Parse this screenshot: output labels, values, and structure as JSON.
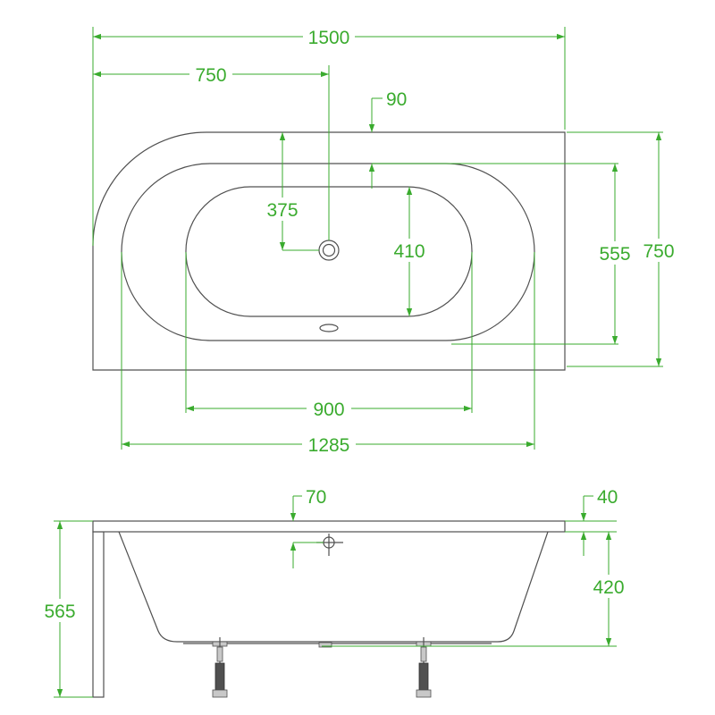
{
  "colors": {
    "dimension": "#3aab2e",
    "outline": "#505050",
    "background": "#ffffff"
  },
  "top_view": {
    "dim_total_length": "1500",
    "dim_drain_from_left": "750",
    "dim_rim_overflow": "90",
    "dim_drain_from_back": "375",
    "dim_bottom_width": "410",
    "dim_inner_width": "555",
    "dim_total_width": "750",
    "dim_bottom_length": "900",
    "dim_inner_length": "1285"
  },
  "side_view": {
    "dim_overflow_height": "70",
    "dim_rim_thickness": "40",
    "dim_depth": "420",
    "dim_total_height": "565"
  }
}
